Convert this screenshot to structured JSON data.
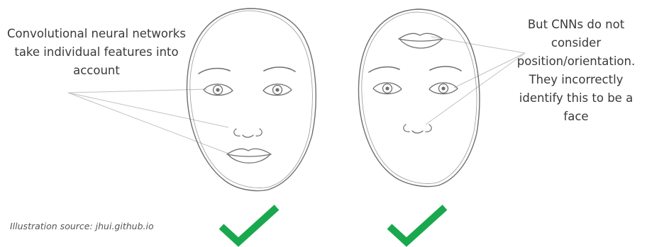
{
  "left_caption": {
    "line1": "Convolutional neural networks",
    "line2": "take individual  features into",
    "line3": "account"
  },
  "right_caption": {
    "line1": "But CNNs do not",
    "line2": "consider",
    "line3": "position/orientation.",
    "line4": "They incorrectly",
    "line5": "identify this to be a",
    "line6": "face"
  },
  "source_note": "Illustration source: jhui.github.io",
  "colors": {
    "sketch": "#6f6f6f",
    "pointer_line": "#c2c2c2",
    "check": "#19a84d",
    "text": "#3a3a3a"
  },
  "icons": {
    "check_left": "check-mark-icon",
    "check_right": "check-mark-icon"
  }
}
